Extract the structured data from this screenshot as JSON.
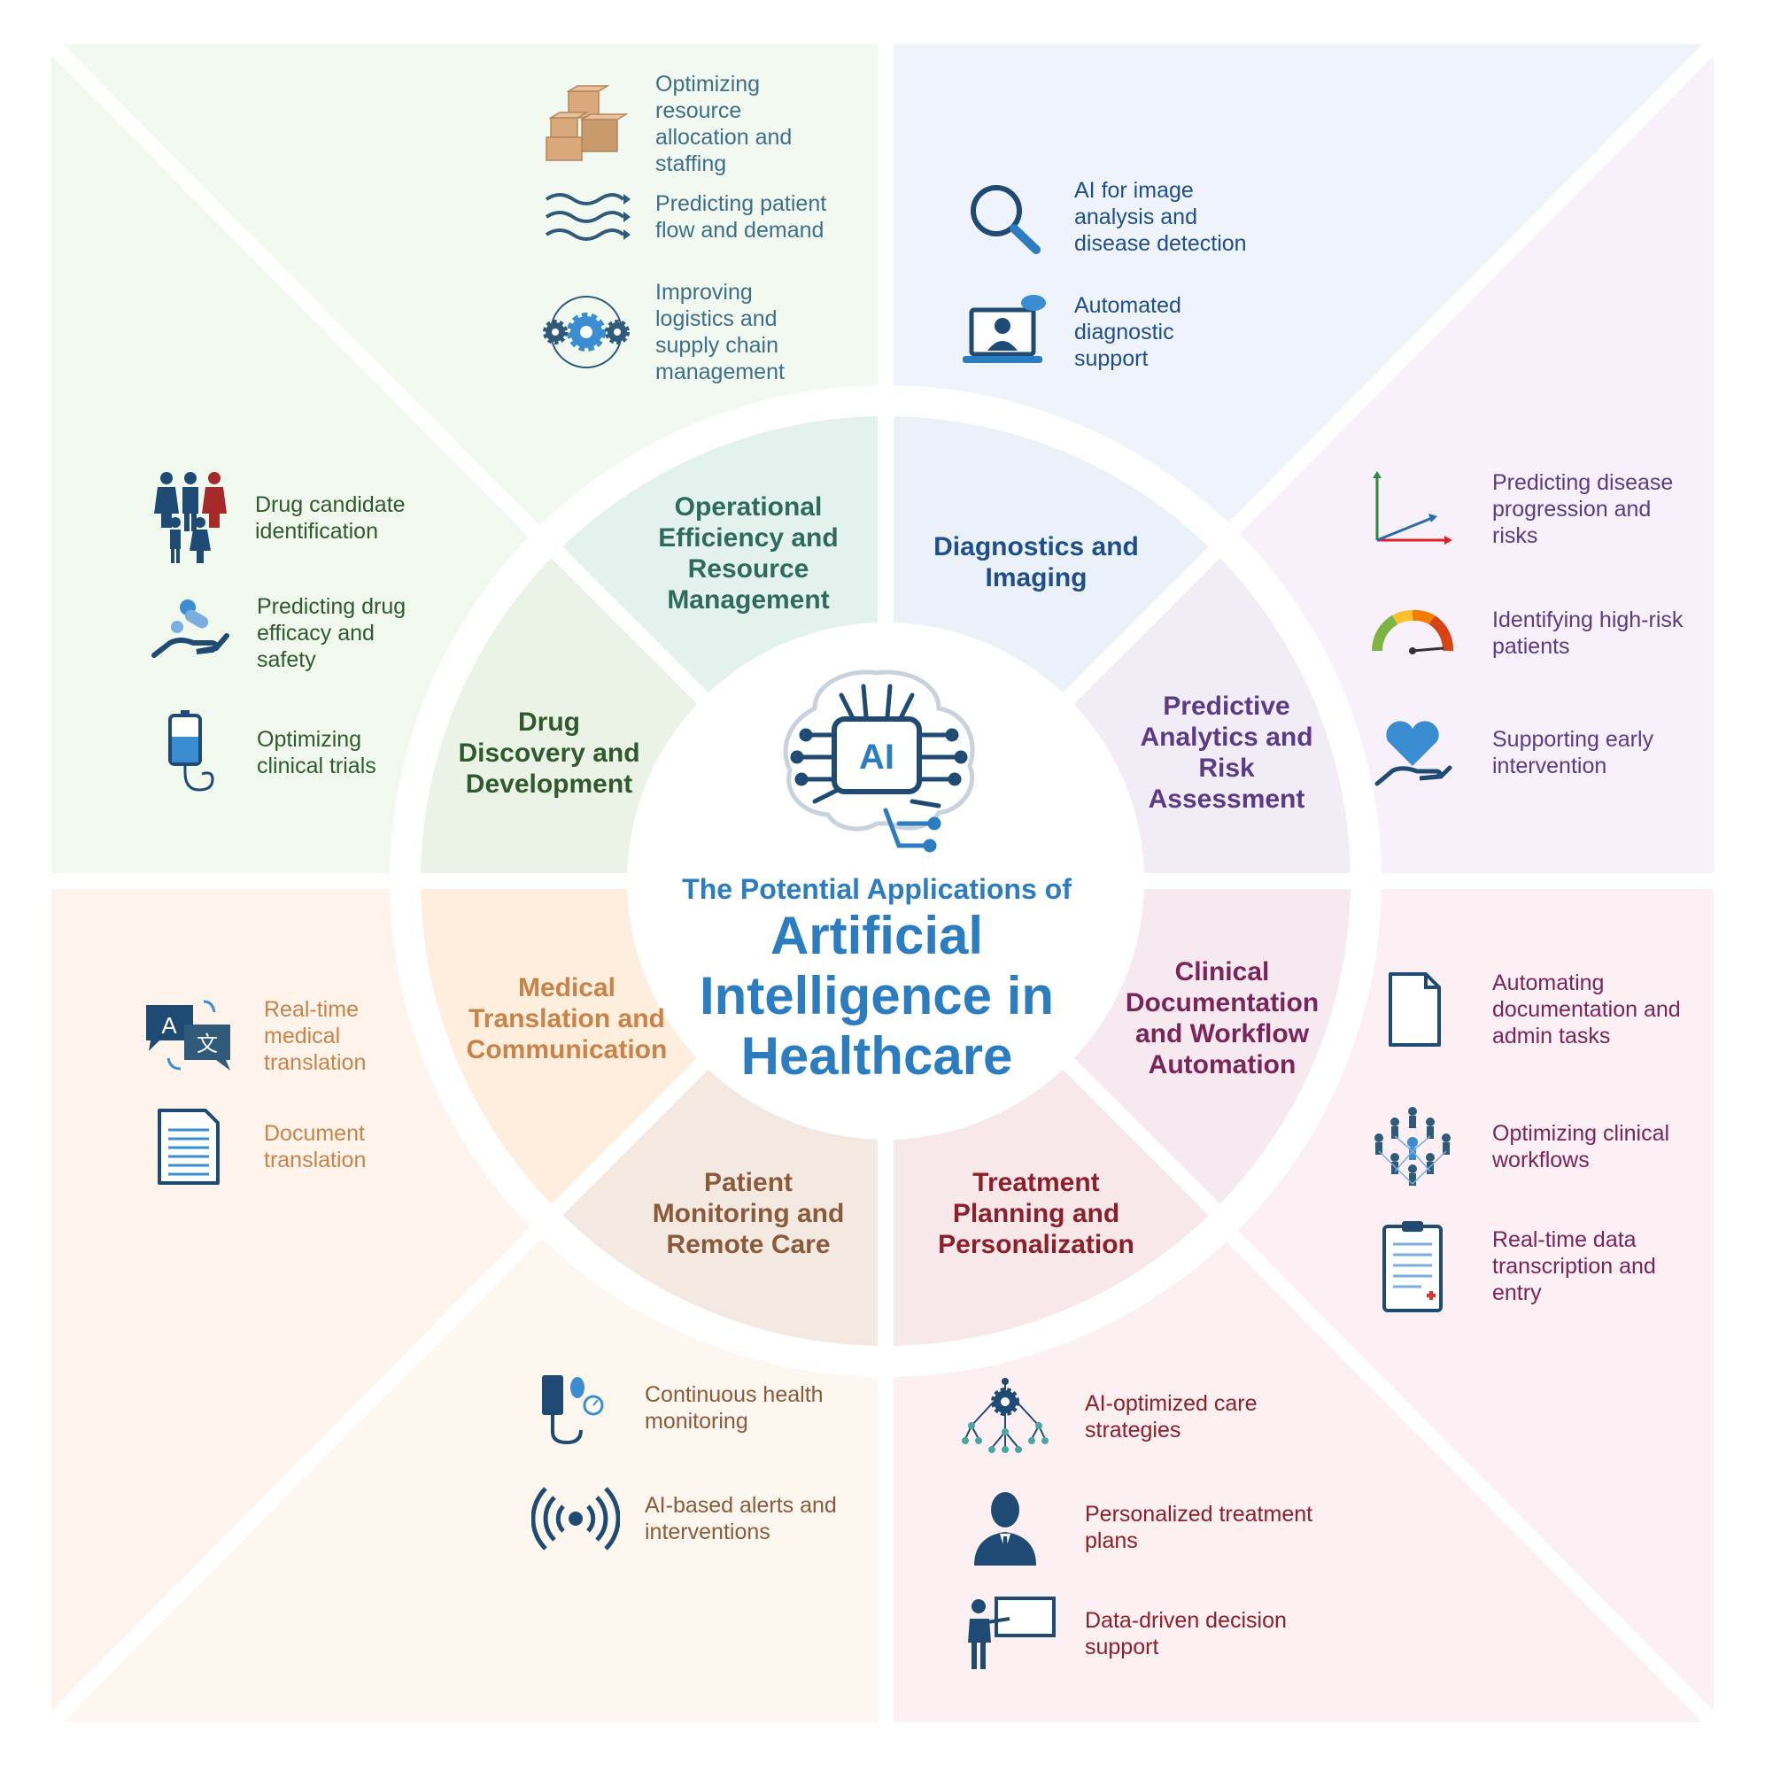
{
  "title": {
    "subtitle": "The Potential Applications of",
    "line1": "Artificial",
    "line2": "Intelligence in",
    "line3": "Healthcare",
    "badge": "AI"
  },
  "colors": {
    "ops": "#2e6b5e",
    "diag": "#1f4e8c",
    "pred": "#5b3a86",
    "clin": "#7a2459",
    "treat": "#8e1f2a",
    "mon": "#8a5a3a",
    "trans": "#c98248",
    "drug": "#2f5a2e",
    "accent": "#2b7cc1"
  },
  "segments": {
    "operational": "Operational Efficiency and Resource Management",
    "diagnostics": "Diagnostics and Imaging",
    "predictive": "Predictive Analytics and Risk Assessment",
    "clinical": "Clinical Documentation and Workflow Automation",
    "treatment": "Treatment Planning and Personalization",
    "monitoring": "Patient Monitoring and Remote Care",
    "translation": "Medical Translation and Communication",
    "drug": "Drug Discovery and Development"
  },
  "items": {
    "ops": [
      {
        "text": "Optimizing resource allocation and staffing",
        "icon": "boxes-icon"
      },
      {
        "text": "Predicting patient flow and demand",
        "icon": "waves-icon"
      },
      {
        "text": "Improving logistics and supply chain management",
        "icon": "gears-icon"
      }
    ],
    "diag": [
      {
        "text": "AI for image analysis and disease detection",
        "icon": "magnifier-icon"
      },
      {
        "text": "Automated diagnostic support",
        "icon": "laptop-doctor-icon"
      }
    ],
    "pred": [
      {
        "text": "Predicting disease progression and risks",
        "icon": "trend-chart-icon"
      },
      {
        "text": "Identifying high-risk patients",
        "icon": "gauge-icon"
      },
      {
        "text": "Supporting early intervention",
        "icon": "heart-hand-icon"
      }
    ],
    "clin": [
      {
        "text": "Automating documentation and admin tasks",
        "icon": "document-icon"
      },
      {
        "text": "Optimizing clinical workflows",
        "icon": "people-network-icon"
      },
      {
        "text": "Real-time data transcription and entry",
        "icon": "clipboard-icon"
      }
    ],
    "treat": [
      {
        "text": "AI-optimized care strategies",
        "icon": "gear-tree-icon"
      },
      {
        "text": "Personalized treatment plans",
        "icon": "doctor-icon"
      },
      {
        "text": "Data-driven decision support",
        "icon": "presenter-board-icon"
      }
    ],
    "mon": [
      {
        "text": "Continuous health monitoring",
        "icon": "blood-pressure-icon"
      },
      {
        "text": "AI-based alerts and interventions",
        "icon": "signal-icon"
      }
    ],
    "trans": [
      {
        "text": "Real-time medical translation",
        "icon": "translate-icon"
      },
      {
        "text": "Document translation",
        "icon": "text-document-icon"
      }
    ],
    "drug": [
      {
        "text": "Drug candidate identification",
        "icon": "family-icon"
      },
      {
        "text": "Predicting drug efficacy and safety",
        "icon": "pill-hand-icon"
      },
      {
        "text": "Optimizing clinical trials",
        "icon": "iv-bag-icon"
      }
    ]
  }
}
